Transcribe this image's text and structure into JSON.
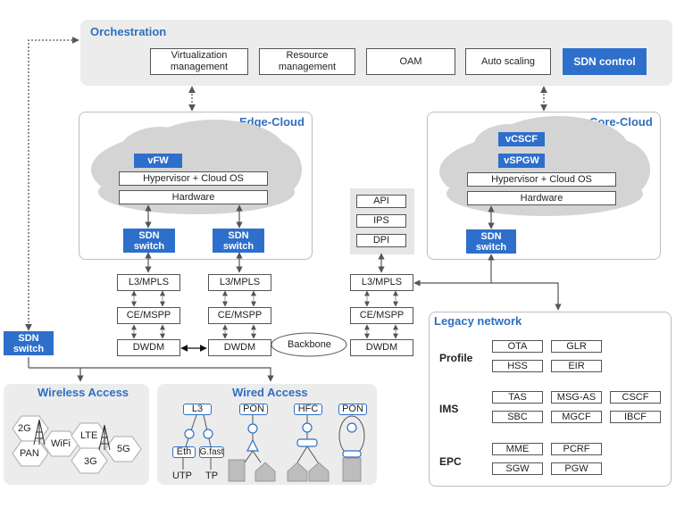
{
  "orchestration": {
    "title": "Orchestration",
    "items": [
      "Virtualization\nmanagement",
      "Resource\nmanagement",
      "OAM",
      "Auto scaling"
    ],
    "sdn_control": "SDN control"
  },
  "edge_cloud": {
    "title": "Edge-Cloud",
    "vfw": "vFW",
    "hypervisor": "Hypervisor + Cloud OS",
    "hardware": "Hardware",
    "switches": [
      "SDN\nswitch",
      "SDN\nswitch"
    ]
  },
  "core_cloud": {
    "title": "Core-Cloud",
    "vcscf": "vCSCF",
    "vspgw": "vSPGW",
    "hypervisor": "Hypervisor + Cloud OS",
    "hardware": "Hardware",
    "switch": "SDN\nswitch"
  },
  "security": [
    "API",
    "IPS",
    "DPI"
  ],
  "transport": {
    "l3": "L3/MPLS",
    "ce": "CE/MSPP",
    "dwdm": "DWDM",
    "backbone": "Backbone"
  },
  "left_switch": "SDN\nswitch",
  "legacy": {
    "title": "Legacy network",
    "profile": {
      "label": "Profile",
      "items": [
        "OTA",
        "GLR",
        "HSS",
        "EIR"
      ]
    },
    "ims": {
      "label": "IMS",
      "items": [
        "TAS",
        "MSG-AS",
        "CSCF",
        "SBC",
        "MGCF",
        "IBCF"
      ]
    },
    "epc": {
      "label": "EPC",
      "items": [
        "MME",
        "PCRF",
        "SGW",
        "PGW"
      ]
    }
  },
  "wireless": {
    "title": "Wireless Access",
    "cells": [
      "2G",
      "WiFi",
      "LTE",
      "PAN",
      "3G",
      "5G"
    ]
  },
  "wired": {
    "title": "Wired Access",
    "l3": "L3",
    "eth": "Eth",
    "gfast": "G.fast",
    "utp": "UTP",
    "tp": "TP",
    "pon1": "PON",
    "hfc": "HFC",
    "pon2": "PON"
  },
  "colors": {
    "accent": "#2e6fcb",
    "title": "#2e6fbf",
    "panel": "#ececec",
    "cloud": "#d4d4d4"
  }
}
